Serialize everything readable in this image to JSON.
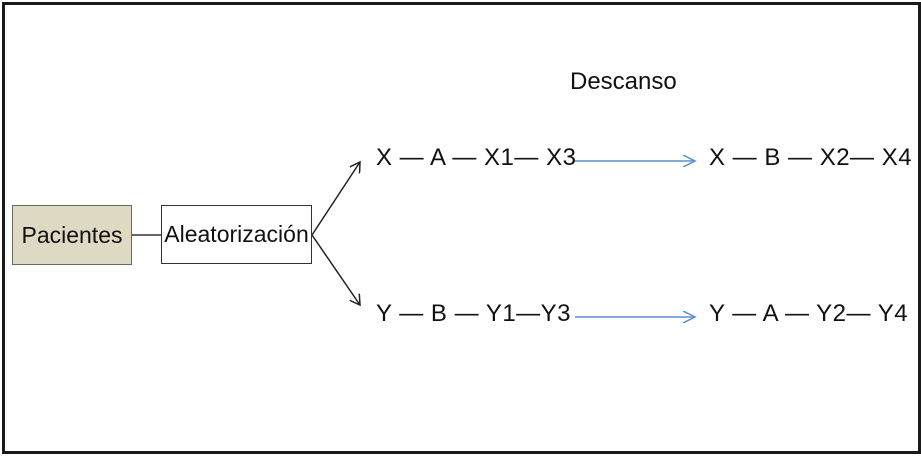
{
  "nodes": {
    "patients": "Pacientes",
    "randomization": "Aleatorización"
  },
  "rest_label": "Descanso",
  "sequences": {
    "group_x_period1": "X — A — X1— X3",
    "group_x_period2": "X — B — X2— X4",
    "group_y_period1": "Y — B — Y1—Y3",
    "group_y_period2": "Y — A — Y2— Y4"
  },
  "colors": {
    "patients_fill": "#ddd9c3",
    "transition_arrow": "#5b8fd1",
    "branch_arrow": "#222222"
  }
}
